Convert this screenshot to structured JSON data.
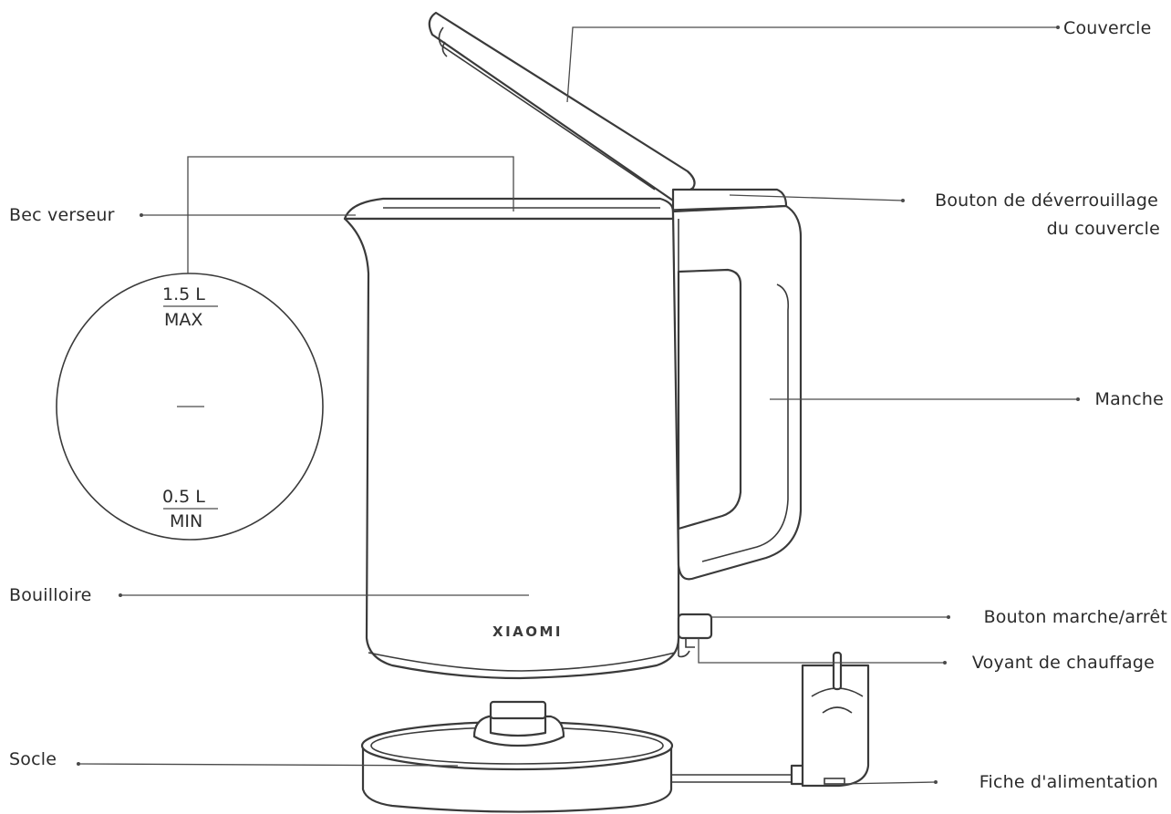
{
  "labels": {
    "lid": "Couvercle",
    "spout": "Bec verseur",
    "lid_release_line1": "Bouton de déverrouillage",
    "lid_release_line2": "du couvercle",
    "handle": "Manche",
    "kettle": "Bouilloire",
    "power_button": "Bouton marche/arrêt",
    "heating_light": "Voyant de chauffage",
    "base": "Socle",
    "power_plug": "Fiche d'alimentation"
  },
  "water_level": {
    "max_volume": "1.5 L",
    "max_label": "MAX",
    "min_volume": "0.5 L",
    "min_label": "MIN"
  },
  "brand": "XIAOMI"
}
